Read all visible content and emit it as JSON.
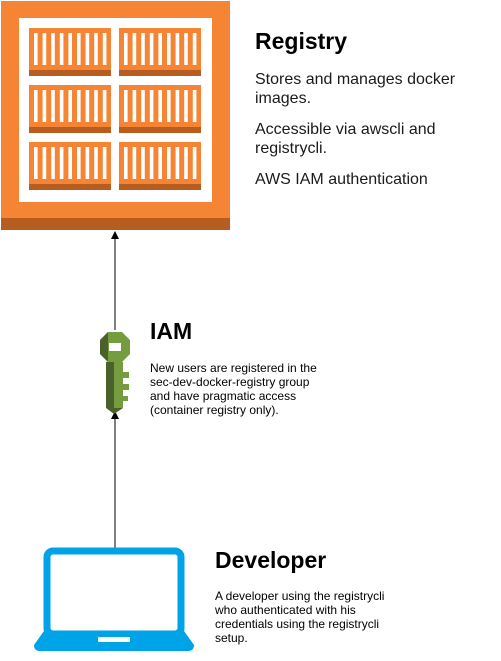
{
  "registry": {
    "title": "Registry",
    "lines": [
      "Stores and manages docker images.",
      "Accessible via awscli and registrycli.",
      "AWS IAM authentication"
    ],
    "icon": "ecr-registry-icon",
    "color": "#f58534",
    "color_dark": "#b65d1f"
  },
  "iam": {
    "title": "IAM",
    "description": "New users are registered in the\nsec-dev-docker-registry group\nand have pragmatic access\n(container registry only).",
    "icon": "iam-key-icon",
    "color": "#759c3e",
    "color_dark": "#4b612c"
  },
  "developer": {
    "title": "Developer",
    "description": "A developer using the registrycli\nwho authenticated with his\ncredentials using the registrycli\nsetup.",
    "icon": "laptop-icon",
    "color": "#00a2e8"
  }
}
